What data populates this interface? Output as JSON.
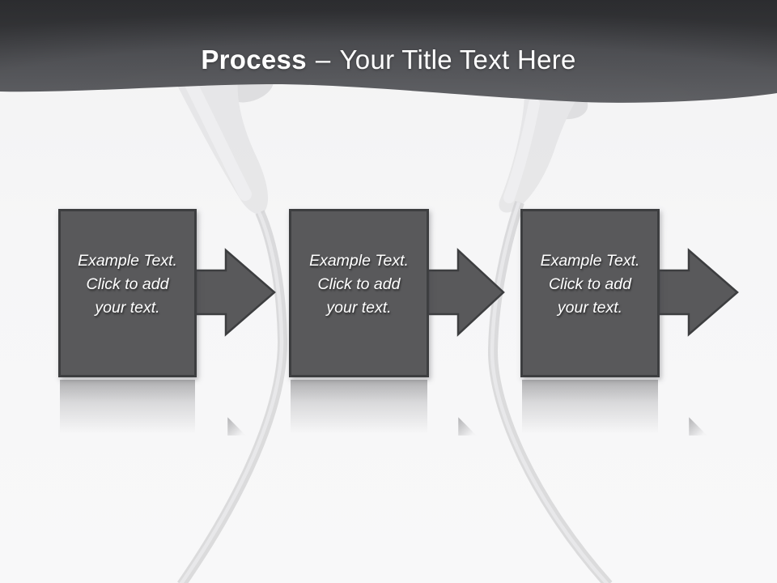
{
  "slide_title": {
    "keyword": "Process",
    "separator": "–",
    "title": "Your Title Text Here"
  },
  "process_steps": [
    {
      "lines": [
        "Example Text.",
        "Click to add",
        "your text."
      ]
    },
    {
      "lines": [
        "Example Text.",
        "Click to add",
        "your text."
      ]
    },
    {
      "lines": [
        "Example Text.",
        "Click to add",
        "your text."
      ]
    }
  ],
  "colors": {
    "banner_top": "#3E3F43",
    "banner_bottom": "#616266",
    "box_fill": "#59595B",
    "box_border": "#3D3E40",
    "step_text": "#FFFFFF",
    "page_background": "#F6F6F7",
    "cord": "#D3D3D5"
  }
}
